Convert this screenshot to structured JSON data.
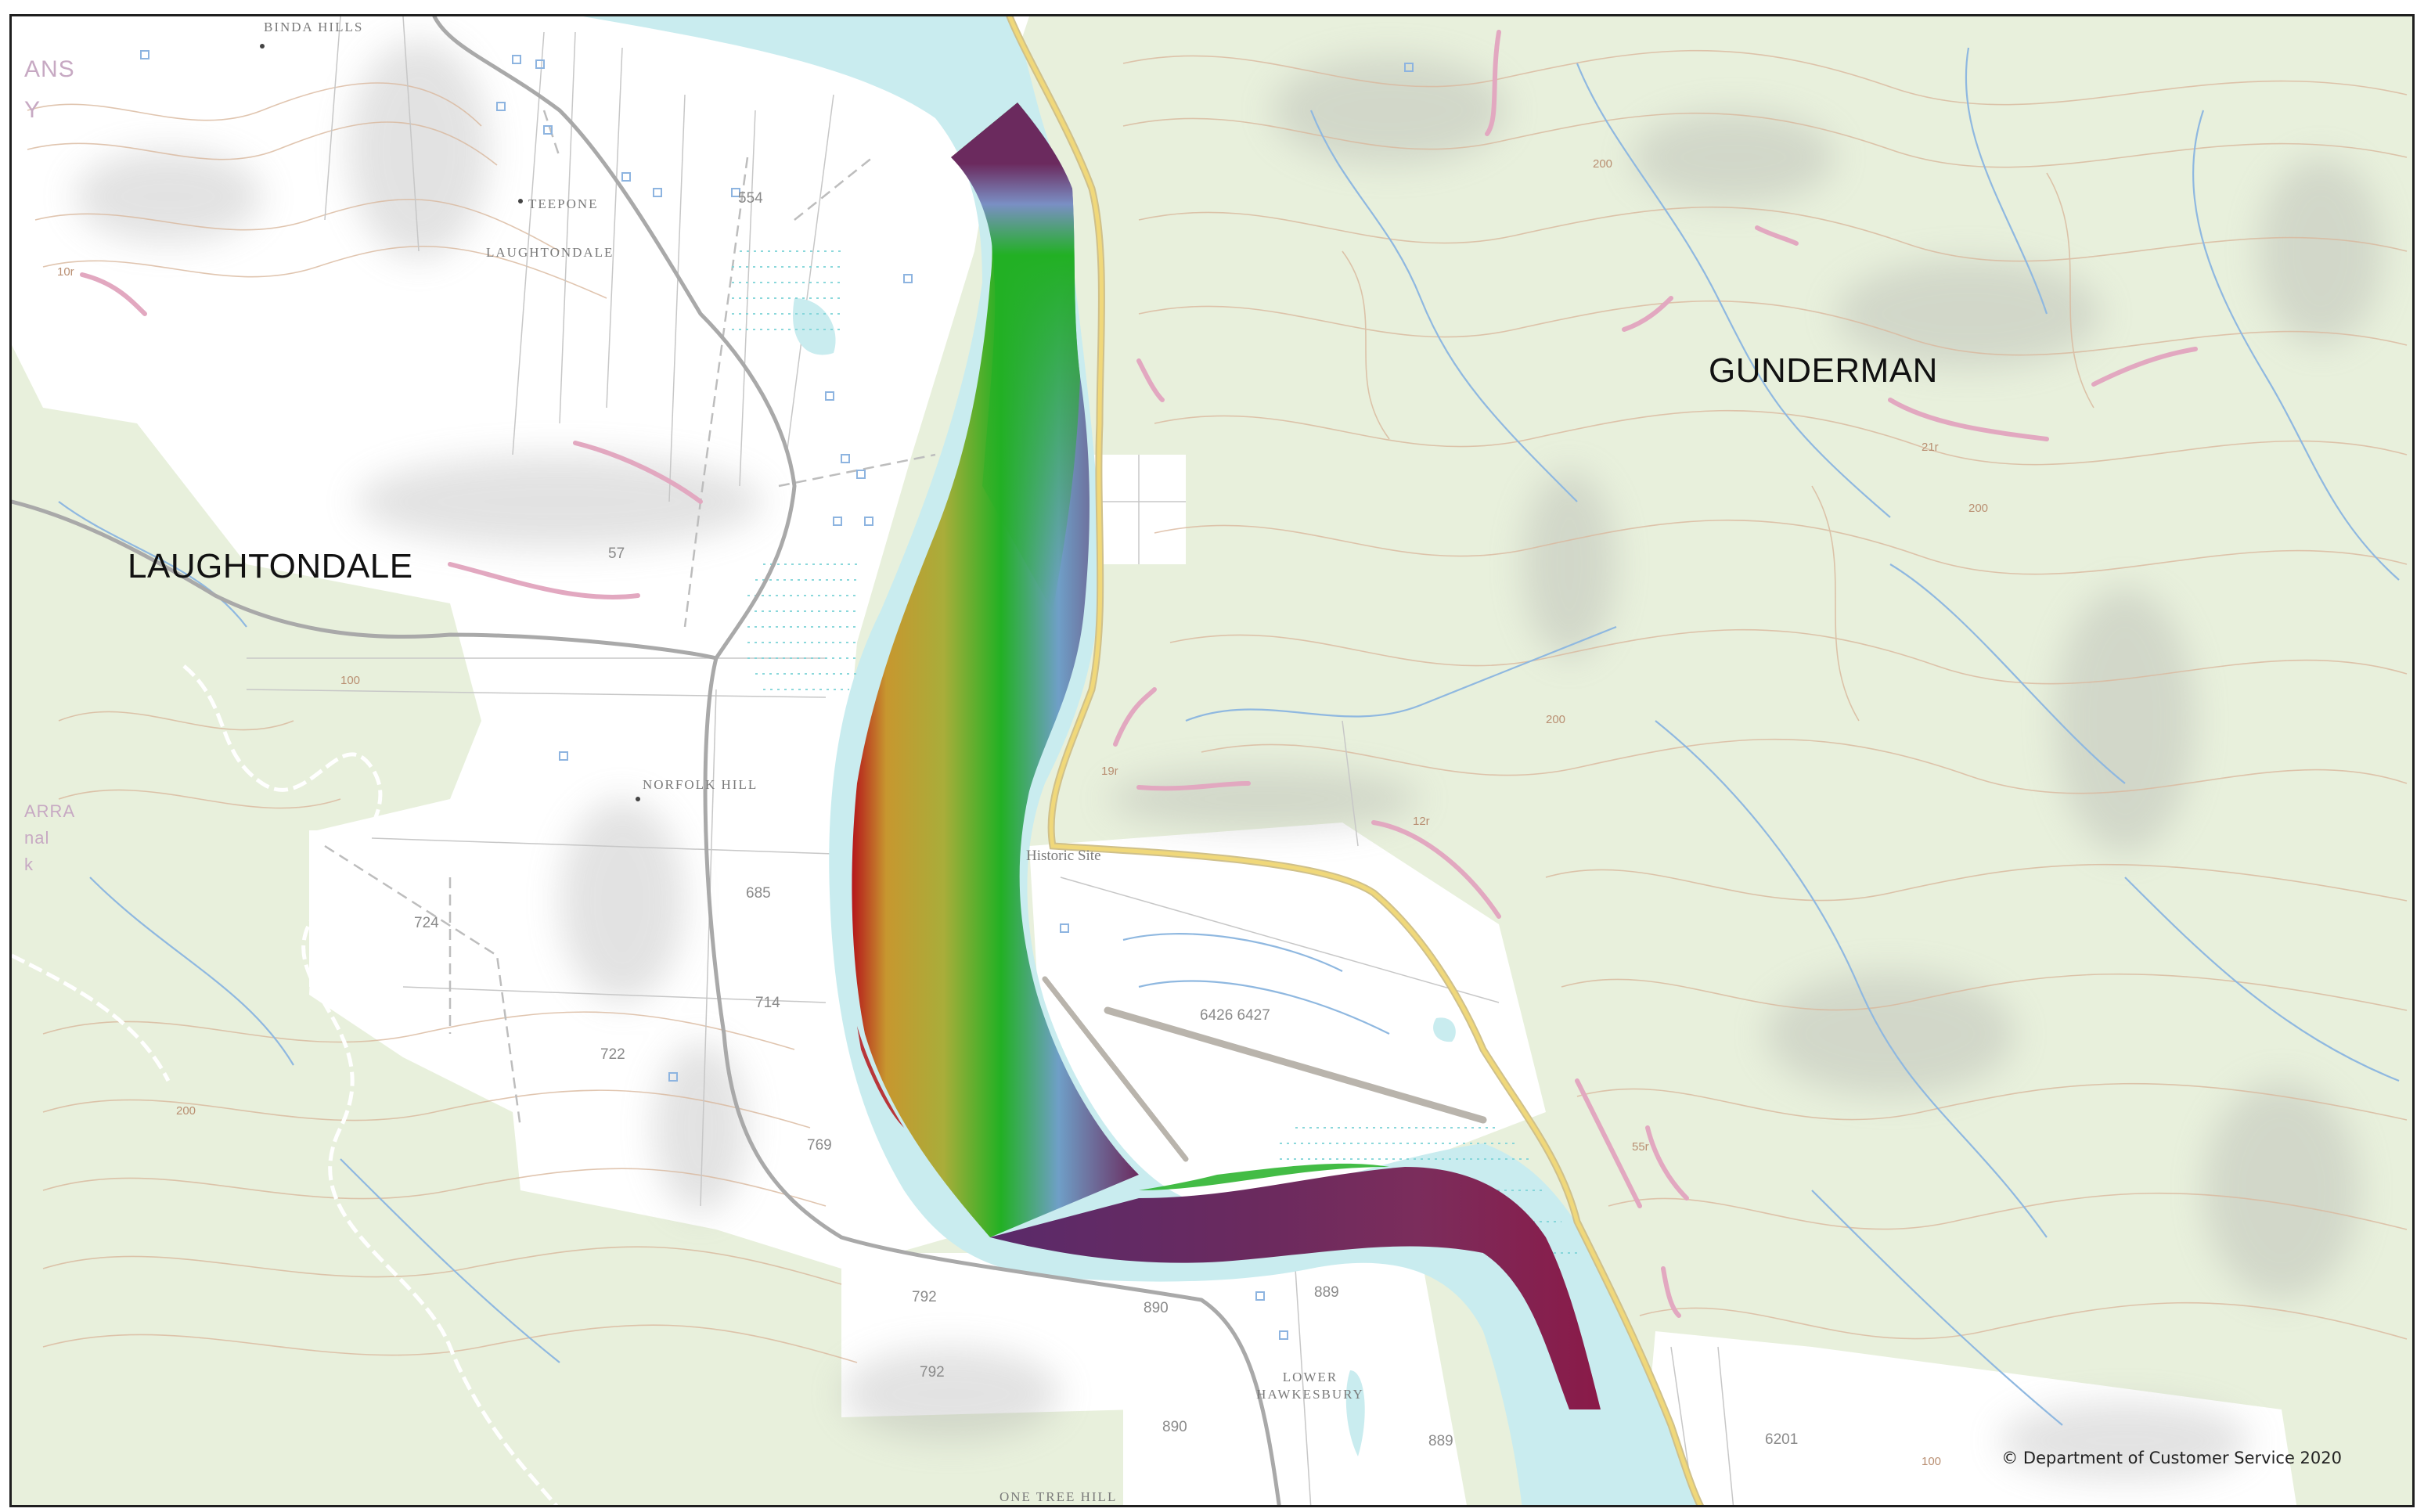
{
  "map": {
    "places": {
      "laughtondale": "LAUGHTONDALE",
      "gunderman": "GUNDERMAN"
    },
    "small_places": {
      "binda_hills": "BINDA HILLS",
      "laughtondale_small": "LAUGHTONDALE",
      "teepone": "TEEPONE",
      "norfolk_hill": "NORFOLK HILL",
      "historic_site": "Historic Site",
      "lower_hawkesbury": "LOWER HAWKESBURY",
      "one_tree_hill": "ONE TREE HILL"
    },
    "lots": [
      "685",
      "714",
      "724",
      "722",
      "769",
      "792",
      "792",
      "890",
      "889",
      "890",
      "889",
      "6201",
      "6426 6427",
      "57",
      "554"
    ],
    "heights": [
      "10r",
      "19r",
      "12r",
      "21r",
      "55r",
      "200",
      "200",
      "200",
      "100",
      "100",
      "200"
    ],
    "park_fragments": [
      "ANS",
      "Y",
      "ARRA",
      "nal",
      "k"
    ],
    "copyright": "© Department of Customer Service 2020",
    "colors": {
      "terrain": "#e8f0dc",
      "cleared": "#ffffff",
      "river": "#c9ecef",
      "bathy_deep": "#6b2a5e",
      "bathy_mid": "#22b024",
      "bathy_shallow": "#c7972f",
      "bathy_very_shallow": "#b5161a",
      "road": "#f0d87a",
      "contour": "#d9b79c",
      "stream": "#8fb8e0"
    }
  }
}
